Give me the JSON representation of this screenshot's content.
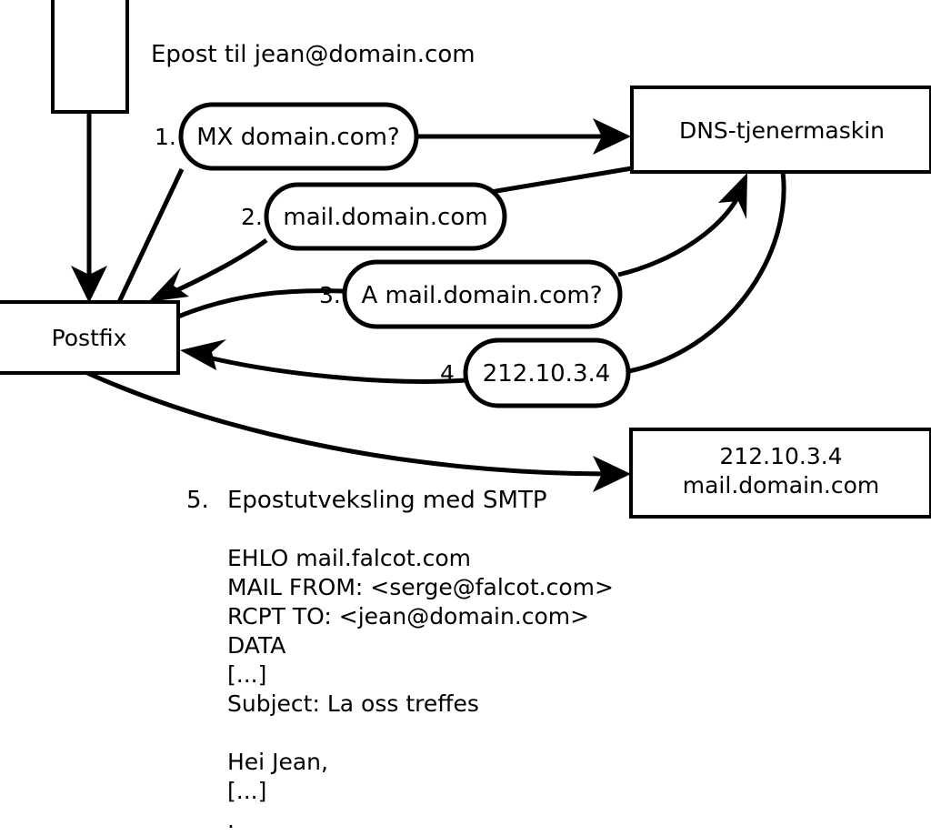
{
  "diagram": {
    "title_caption": "Epost til jean@domain.com",
    "nodes": {
      "client_box": {
        "label": ""
      },
      "postfix": {
        "label": "Postfix"
      },
      "dns_server": {
        "label": "DNS-tjenermaskin"
      },
      "mail_server": {
        "line1": "212.10.3.4",
        "line2": "mail.domain.com"
      }
    },
    "steps": [
      {
        "number": "1.",
        "label": "MX domain.com?"
      },
      {
        "number": "2.",
        "label": "mail.domain.com"
      },
      {
        "number": "3.",
        "label": "A mail.domain.com?"
      },
      {
        "number": "4.",
        "label": "212.10.3.4"
      }
    ],
    "step5": {
      "number": "5.",
      "label": "Epostutveksling med SMTP"
    },
    "smtp_transcript": [
      "EHLO mail.falcot.com",
      "MAIL FROM: <serge@falcot.com>",
      "RCPT TO: <jean@domain.com>",
      "DATA",
      "[...]",
      "Subject: La oss treffes",
      "",
      "Hei Jean,",
      "[...]",
      "."
    ],
    "colors": {
      "stroke": "#000000",
      "fill": "#ffffff",
      "text": "#000000"
    }
  }
}
